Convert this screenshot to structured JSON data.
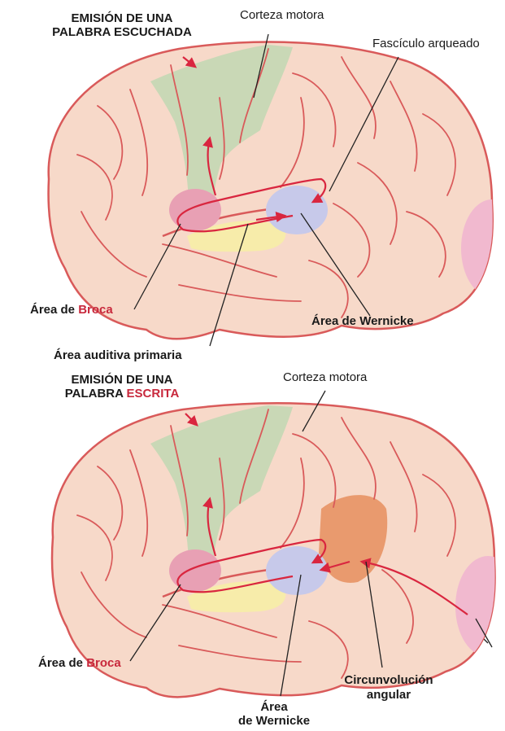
{
  "top_panel": {
    "title_line1": "EMISIÓN DE UNA",
    "title_line2_a": "PALABRA ",
    "title_line2_b": "ESCUCHADA",
    "labels": {
      "motor_cortex": "Corteza motora",
      "arcuate": "Fascículo arqueado",
      "broca_a": "Área de ",
      "broca_b": "Broca",
      "wernicke": "Área de Wernicke",
      "auditory": "Área auditiva primaria"
    }
  },
  "bottom_panel": {
    "title_line1": "EMISIÓN DE UNA",
    "title_line2_a": "PALABRA ",
    "title_line2_b": "ESCRITA",
    "labels": {
      "motor_cortex": "Corteza motora",
      "broca_a": "Área de ",
      "broca_b": "Broca",
      "wernicke_1": "Área",
      "wernicke_2": "de Wernicke",
      "angular_1": "Circunvolución",
      "angular_2": "angular"
    }
  },
  "colors": {
    "brain_fill": "#f7d9c9",
    "brain_outline": "#d95a5a",
    "motor_cortex": "#c9d8b6",
    "broca": "#e8a0b4",
    "wernicke": "#c7c9ea",
    "auditory": "#f7ecaa",
    "angular": "#e99a6e",
    "visual": "#f1b9cf",
    "arrow": "#d9263f"
  }
}
